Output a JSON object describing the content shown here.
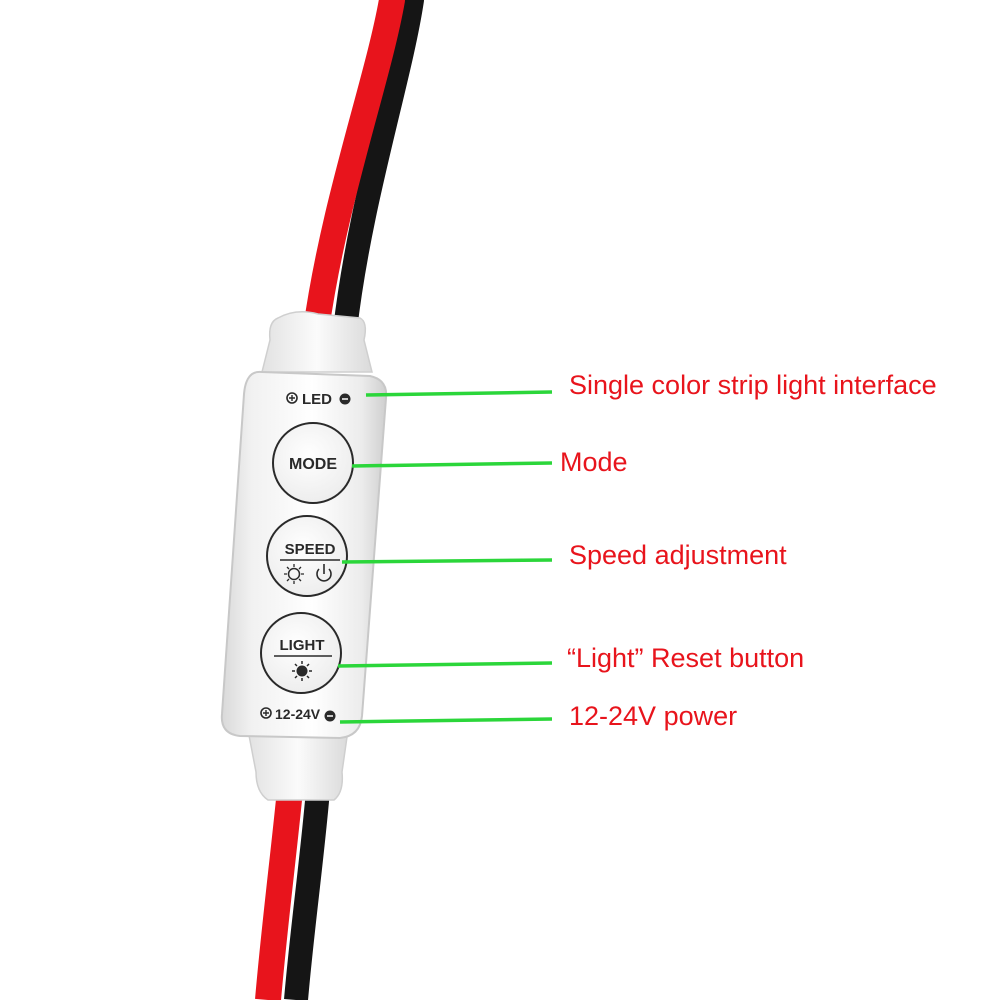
{
  "controller": {
    "led_label": "LED",
    "mode_label": "MODE",
    "speed_label": "SPEED",
    "light_label": "LIGHT",
    "power_label": "12-24V"
  },
  "annotations": {
    "led_interface": "Single color strip light interface",
    "mode": "Mode",
    "speed": "Speed adjustment",
    "light_reset": "“Light” Reset button",
    "power": "12-24V power"
  },
  "colors": {
    "wire_red": "#e8141c",
    "wire_black": "#151515",
    "leader_line": "#2bd63a",
    "annotation_text": "#e8141c"
  }
}
